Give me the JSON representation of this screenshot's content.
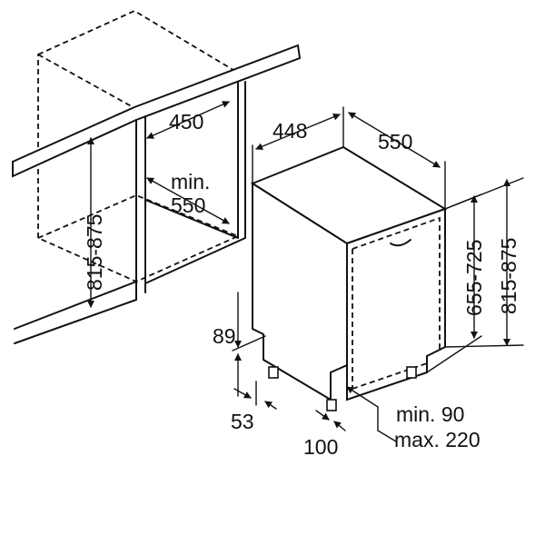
{
  "diagram": {
    "labels": {
      "niche_depth": "450",
      "niche_height": "815-875",
      "niche_min_depth_prefix": "min.",
      "niche_min_depth_value": "550",
      "appliance_width": "448",
      "appliance_depth": "550",
      "door_height": "655-725",
      "appliance_height": "815-875",
      "plinth_height": "89",
      "foot_offset": "53",
      "plinth_depth": "100",
      "plinth_min": "min. 90",
      "plinth_max": "max. 220"
    }
  }
}
